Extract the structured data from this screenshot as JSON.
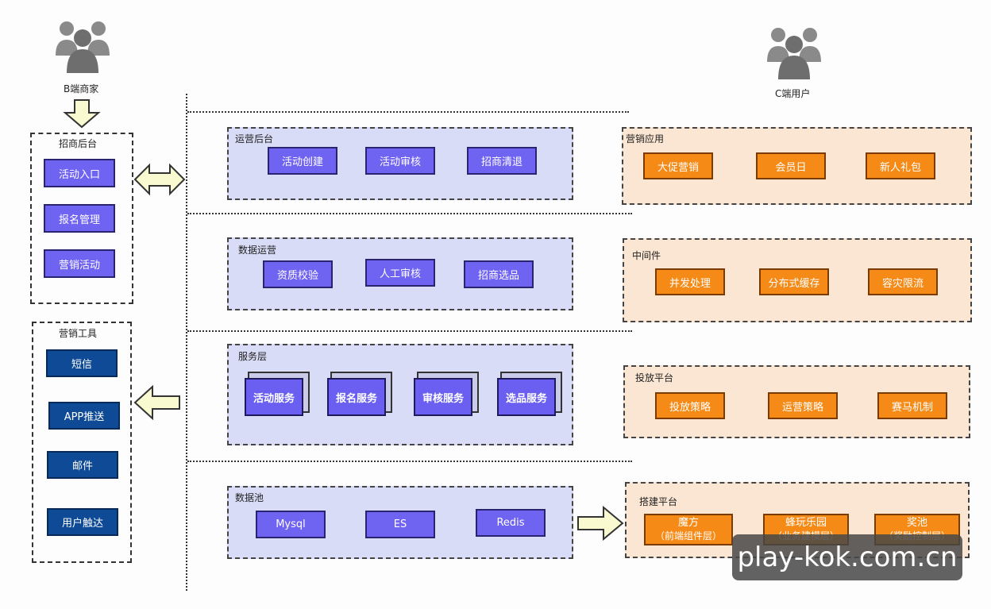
{
  "b_side": {
    "label": "B端商家"
  },
  "c_side": {
    "label": "C端用户"
  },
  "merchant_backend": {
    "title": "招商后台",
    "items": [
      "活动入口",
      "报名管理",
      "营销活动"
    ]
  },
  "marketing_tools": {
    "title": "营销工具",
    "items": [
      "短信",
      "APP推送",
      "邮件",
      "用户触达"
    ]
  },
  "ops_backend": {
    "title": "运营后台",
    "items": [
      "活动创建",
      "活动审核",
      "招商清退"
    ]
  },
  "data_ops": {
    "title": "数据运营",
    "items": [
      "资质校验",
      "人工审核",
      "招商选品"
    ]
  },
  "service_layer": {
    "title": "服务层",
    "items": [
      "活动服务",
      "报名服务",
      "审核服务",
      "选品服务"
    ]
  },
  "data_pool": {
    "title": "数据池",
    "items": [
      "Mysql",
      "ES",
      "Redis"
    ]
  },
  "marketing_apps": {
    "title": "营销应用",
    "items": [
      "大促营销",
      "会员日",
      "新人礼包"
    ]
  },
  "middleware": {
    "title": "中间件",
    "items": [
      "并发处理",
      "分布式缓存",
      "容灾限流"
    ]
  },
  "delivery_platform": {
    "title": "投放平台",
    "items": [
      "投放策略",
      "运营策略",
      "赛马机制"
    ]
  },
  "build_platform": {
    "title": "搭建平台",
    "items": [
      {
        "name": "魔方",
        "sub": "（前端组件层）"
      },
      {
        "name": "蜂玩乐园",
        "sub": "（业务建模层）"
      },
      {
        "name": "奖池",
        "sub": "（奖励控制层）"
      }
    ]
  },
  "watermark": "play-kok.com.cn",
  "colors": {
    "purple": "#6f63f2",
    "navy": "#0f4a96",
    "orange": "#f58a16",
    "blue_panel": "#d9dcf7",
    "orange_panel": "#fbe6d3"
  }
}
